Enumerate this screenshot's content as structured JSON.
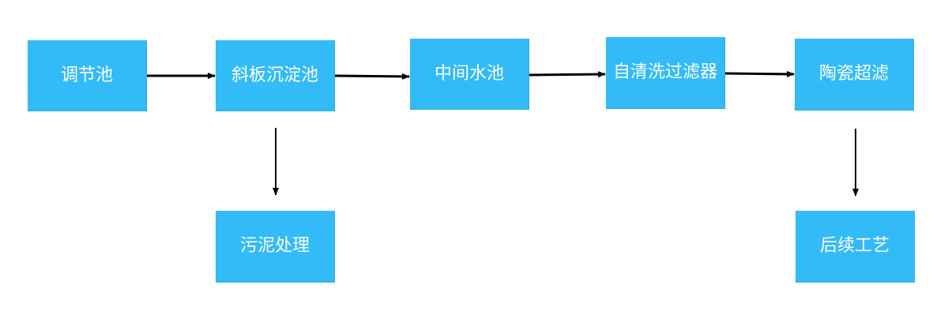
{
  "diagram": {
    "nodes": {
      "tiaojiechi": "调节池",
      "xiebanchendianchi": "斜板沉淀池",
      "zhongjianshuichi": "中间水池",
      "ziqingxi": "自清洗过滤器",
      "taocichaolv": "陶瓷超滤",
      "wunichuli": "污泥处理",
      "houxugongyi": "后续工艺"
    },
    "edges": [
      {
        "from": "调节池",
        "to": "斜板沉淀池"
      },
      {
        "from": "斜板沉淀池",
        "to": "中间水池"
      },
      {
        "from": "中间水池",
        "to": "自清洗过滤器"
      },
      {
        "from": "自清洗过滤器",
        "to": "陶瓷超滤"
      },
      {
        "from": "斜板沉淀池",
        "to": "污泥处理"
      },
      {
        "from": "陶瓷超滤",
        "to": "后续工艺"
      }
    ],
    "colors": {
      "node_fill": "#33BBF7",
      "node_text": "#FFFFFF",
      "arrow": "#000000"
    }
  }
}
